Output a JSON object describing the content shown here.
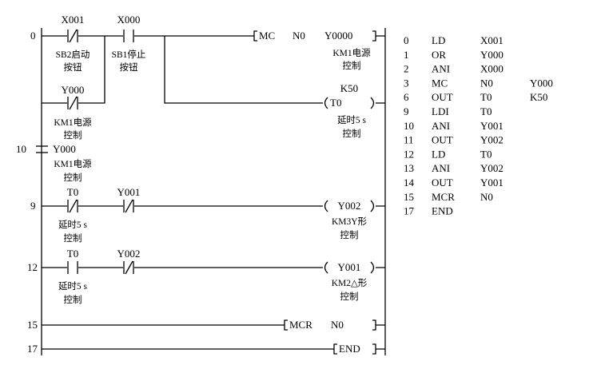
{
  "ladder": {
    "rungs": [
      {
        "step": "0",
        "contacts": [
          {
            "type": "NC",
            "device": "X001",
            "comment": [
              "SB2启动",
              "按钮"
            ]
          },
          {
            "type": "NO",
            "device": "X000",
            "comment": [
              "SB1停止",
              "按钮"
            ]
          }
        ],
        "branch_contacts": [
          {
            "type": "NC",
            "device": "Y000",
            "comment": [
              "KM1电源",
              "控制"
            ]
          }
        ],
        "instruction": {
          "op": "MC",
          "n": "N0",
          "device": "Y0000",
          "comment": [
            "KM1电源",
            "控制"
          ]
        },
        "coil": {
          "device": "T0",
          "preset": "K50",
          "comment": [
            "延时5 s",
            "控制"
          ]
        }
      },
      {
        "step": "10",
        "master_contact": {
          "device": "Y000",
          "comment": [
            "KM1电源",
            "控制"
          ]
        }
      },
      {
        "step": "9",
        "contacts": [
          {
            "type": "NC",
            "device": "T0",
            "comment": [
              "延时5 s",
              "控制"
            ]
          },
          {
            "type": "NC",
            "device": "Y001",
            "comment": []
          }
        ],
        "coil": {
          "device": "Y002",
          "comment": [
            "KM3Y形",
            "控制"
          ]
        }
      },
      {
        "step": "12",
        "contacts": [
          {
            "type": "NO",
            "device": "T0",
            "comment": [
              "延时5 s",
              "控制"
            ]
          },
          {
            "type": "NC",
            "device": "Y002",
            "comment": []
          }
        ],
        "coil": {
          "device": "Y001",
          "comment": [
            "KM2△形",
            "控制"
          ]
        }
      },
      {
        "step": "15",
        "instruction": {
          "op": "MCR",
          "n": "N0"
        }
      },
      {
        "step": "17",
        "instruction": {
          "op": "END"
        }
      }
    ]
  },
  "instruction_list": [
    {
      "step": "0",
      "op": "LD",
      "operand": "X001",
      "extra": ""
    },
    {
      "step": "1",
      "op": "OR",
      "operand": "Y000",
      "extra": ""
    },
    {
      "step": "2",
      "op": "ANI",
      "operand": "X000",
      "extra": ""
    },
    {
      "step": "3",
      "op": "MC",
      "operand": "N0",
      "extra": "Y000"
    },
    {
      "step": "6",
      "op": "OUT",
      "operand": "T0",
      "extra": "K50"
    },
    {
      "step": "9",
      "op": "LDI",
      "operand": "T0",
      "extra": ""
    },
    {
      "step": "10",
      "op": "ANI",
      "operand": "Y001",
      "extra": ""
    },
    {
      "step": "11",
      "op": "OUT",
      "operand": "Y002",
      "extra": ""
    },
    {
      "step": "12",
      "op": "LD",
      "operand": "T0",
      "extra": ""
    },
    {
      "step": "13",
      "op": "ANI",
      "operand": "Y002",
      "extra": ""
    },
    {
      "step": "14",
      "op": "OUT",
      "operand": "Y001",
      "extra": ""
    },
    {
      "step": "15",
      "op": "MCR",
      "operand": "N0",
      "extra": ""
    },
    {
      "step": "17",
      "op": "END",
      "operand": "",
      "extra": ""
    }
  ]
}
